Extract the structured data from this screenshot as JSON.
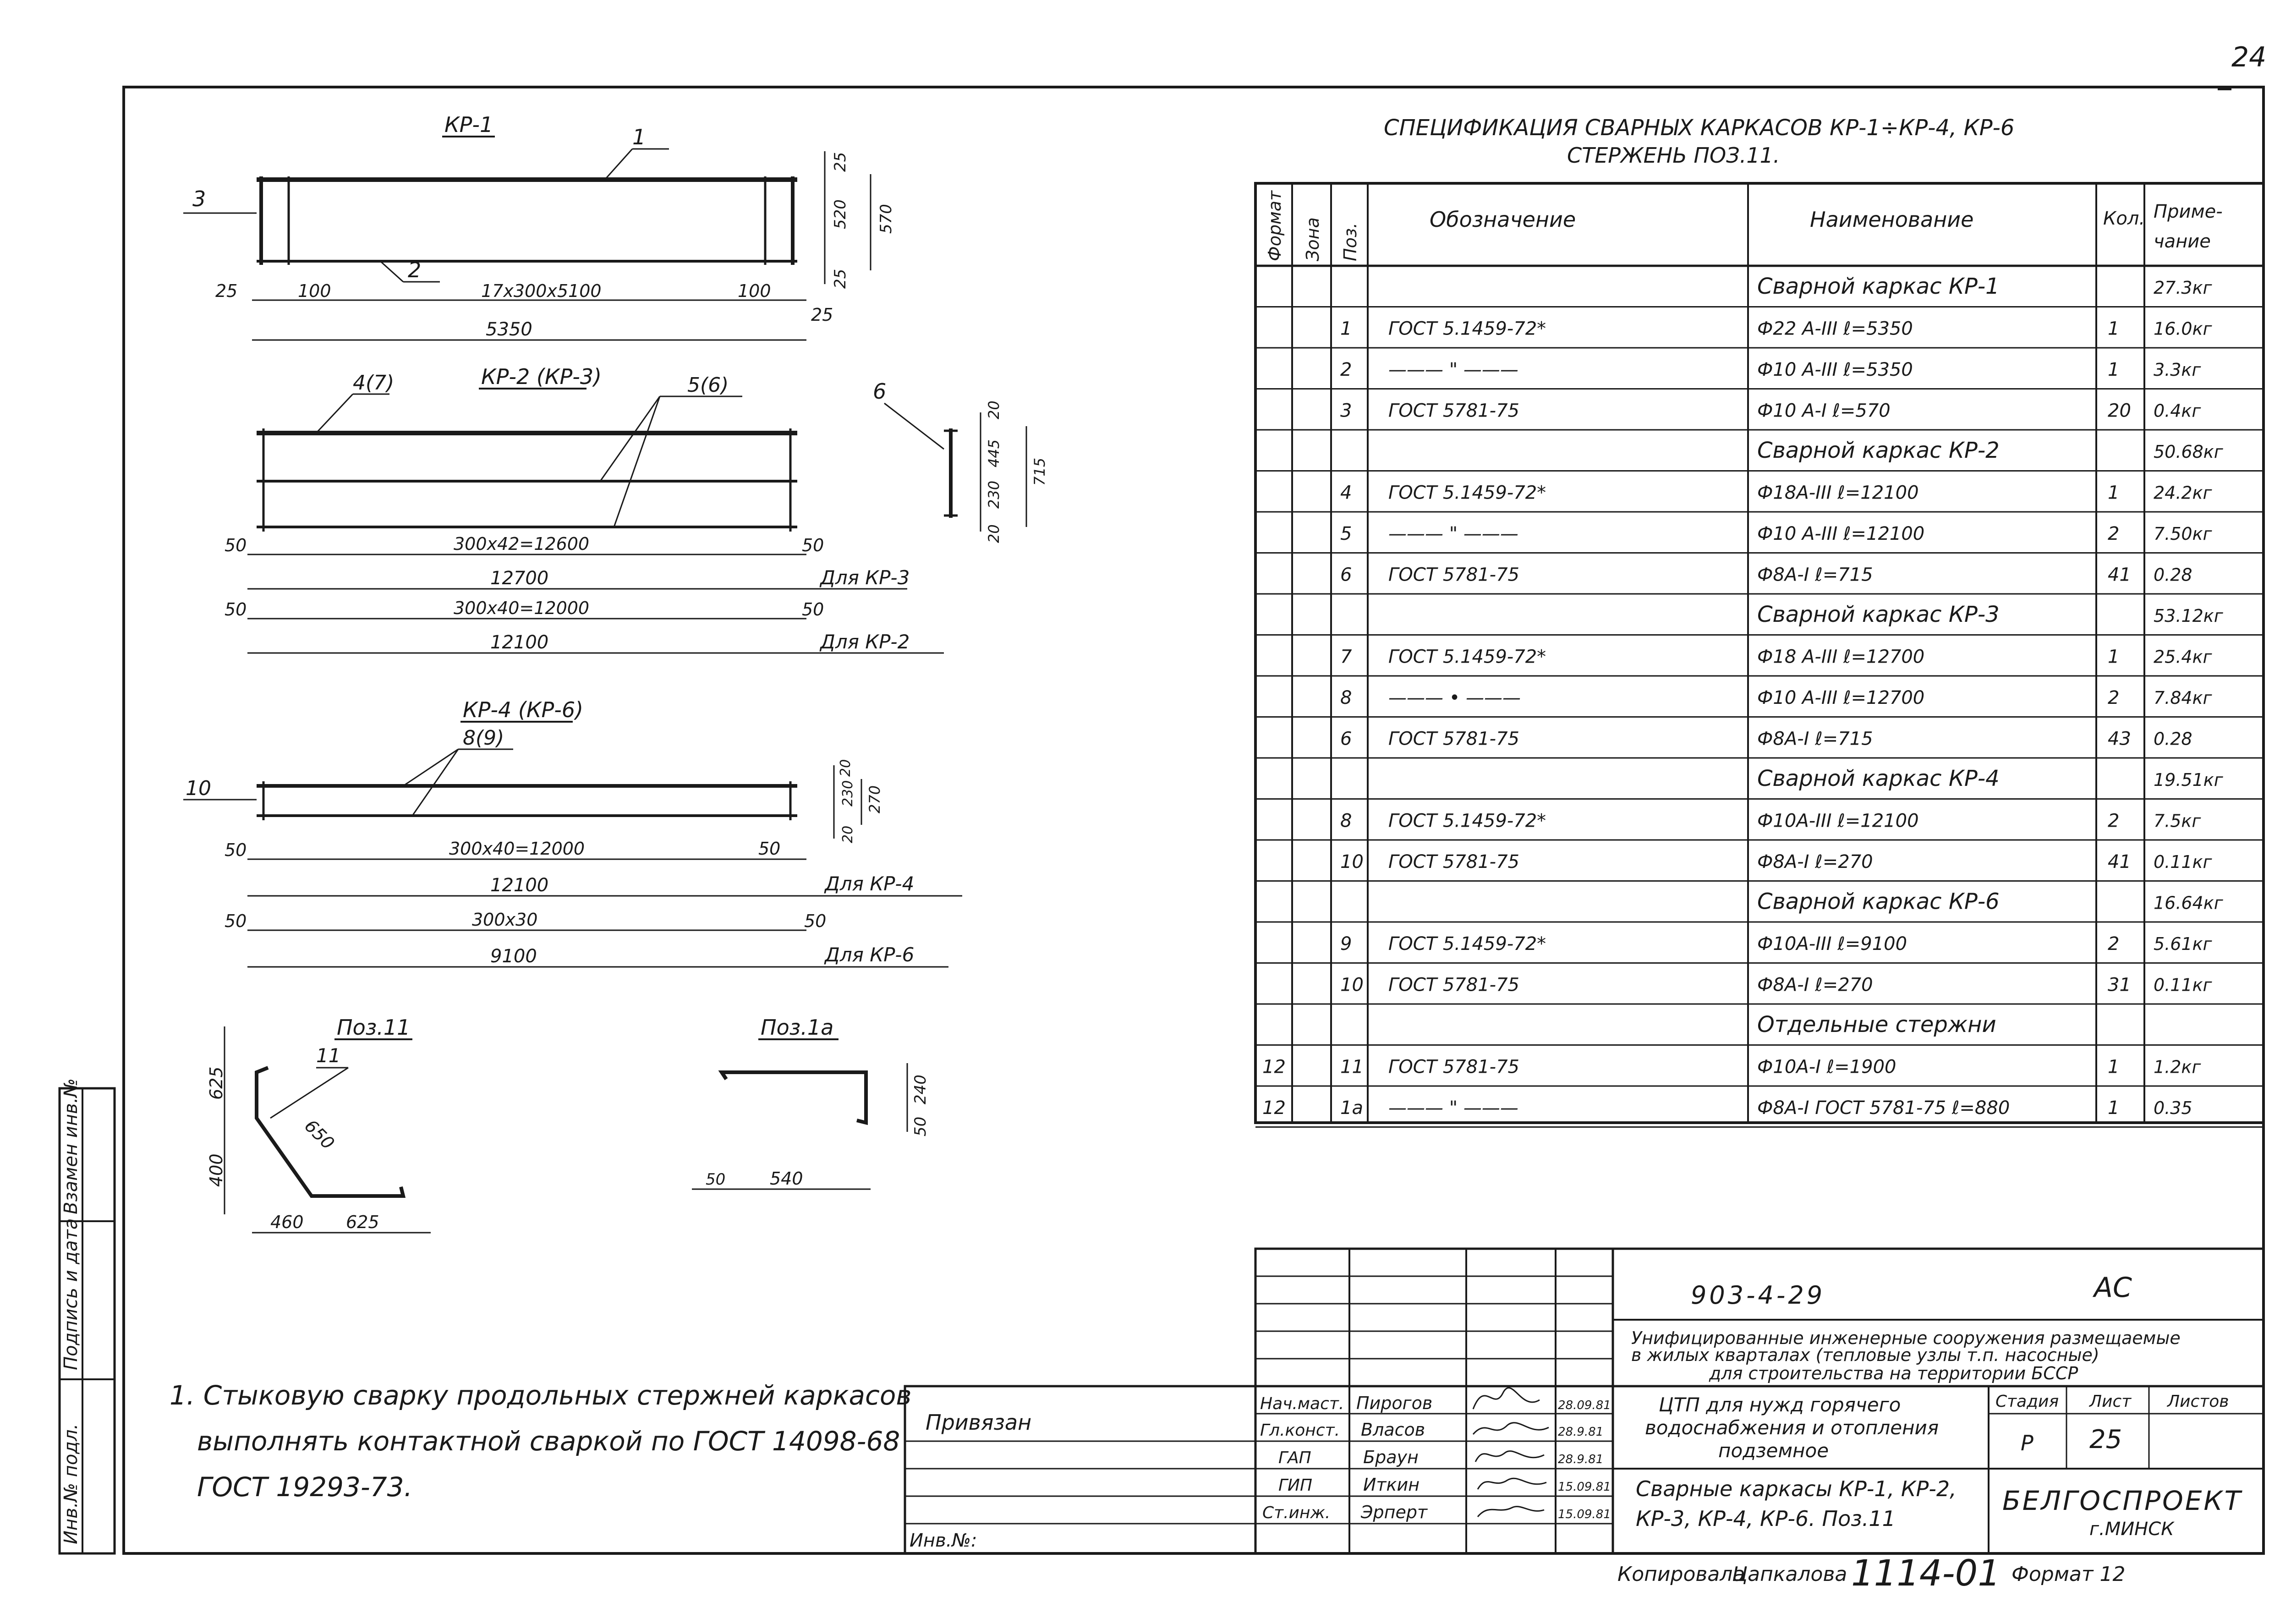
{
  "page_number": "24",
  "sheet_title_1": "СПЕЦИФИКАЦИЯ СВАРНЫХ КАРКАСОВ КР-1÷КР-4, КР-6",
  "sheet_title_2": "СТЕРЖЕНЬ ПОЗ.11.",
  "spec_headers": {
    "format": "Формат",
    "zone": "Зона",
    "pos": "Поз.",
    "designation": "Обозначение",
    "name": "Наименование",
    "qty": "Кол.",
    "note_1": "Приме-",
    "note_2": "чание"
  },
  "spec_rows": [
    {
      "fmt": "",
      "pos": "",
      "des": "",
      "name": "Сварной каркас КР-1",
      "qty": "",
      "note": "27.3кг"
    },
    {
      "fmt": "",
      "pos": "1",
      "des": "ГОСТ 5.1459-72*",
      "name": "Ф22 А-III    ℓ=5350",
      "qty": "1",
      "note": "16.0кг"
    },
    {
      "fmt": "",
      "pos": "2",
      "des": "——— \" ———",
      "name": "Ф10 А-III    ℓ=5350",
      "qty": "1",
      "note": "3.3кг"
    },
    {
      "fmt": "",
      "pos": "3",
      "des": "ГОСТ 5781-75",
      "name": "Ф10 А-I       ℓ=570",
      "qty": "20",
      "note": "0.4кг"
    },
    {
      "fmt": "",
      "pos": "",
      "des": "",
      "name": "Сварной каркас КР-2",
      "qty": "",
      "note": "50.68кг"
    },
    {
      "fmt": "",
      "pos": "4",
      "des": "ГОСТ 5.1459-72*",
      "name": "Ф18А-III     ℓ=12100",
      "qty": "1",
      "note": "24.2кг"
    },
    {
      "fmt": "",
      "pos": "5",
      "des": "——— \" ———",
      "name": "Ф10 А-III    ℓ=12100",
      "qty": "2",
      "note": "7.50кг"
    },
    {
      "fmt": "",
      "pos": "6",
      "des": "ГОСТ 5781-75",
      "name": "Ф8А-I         ℓ=715",
      "qty": "41",
      "note": "0.28"
    },
    {
      "fmt": "",
      "pos": "",
      "des": "",
      "name": "Сварной каркас КР-3",
      "qty": "",
      "note": "53.12кг"
    },
    {
      "fmt": "",
      "pos": "7",
      "des": "ГОСТ 5.1459-72*",
      "name": "Ф18 А-III    ℓ=12700",
      "qty": "1",
      "note": "25.4кг"
    },
    {
      "fmt": "",
      "pos": "8",
      "des": "——— • ———",
      "name": "Ф10 А-III    ℓ=12700",
      "qty": "2",
      "note": "7.84кг"
    },
    {
      "fmt": "",
      "pos": "6",
      "des": "ГОСТ 5781-75",
      "name": "Ф8А-I         ℓ=715",
      "qty": "43",
      "note": "0.28"
    },
    {
      "fmt": "",
      "pos": "",
      "des": "",
      "name": "Сварной каркас КР-4",
      "qty": "",
      "note": "19.51кг"
    },
    {
      "fmt": "",
      "pos": "8",
      "des": "ГОСТ 5.1459-72*",
      "name": "Ф10А-III  ℓ=12100",
      "qty": "2",
      "note": "7.5кг"
    },
    {
      "fmt": "",
      "pos": "10",
      "des": "ГОСТ 5781-75",
      "name": "Ф8А-I        ℓ=270",
      "qty": "41",
      "note": "0.11кг"
    },
    {
      "fmt": "",
      "pos": "",
      "des": "",
      "name": "Сварной каркас КР-6",
      "qty": "",
      "note": "16.64кг"
    },
    {
      "fmt": "",
      "pos": "9",
      "des": "ГОСТ 5.1459-72*",
      "name": "Ф10А-III   ℓ=9100",
      "qty": "2",
      "note": "5.61кг"
    },
    {
      "fmt": "",
      "pos": "10",
      "des": "ГОСТ 5781-75",
      "name": "Ф8А-I    ℓ=270",
      "qty": "31",
      "note": "0.11кг"
    },
    {
      "fmt": "",
      "pos": "",
      "des": "",
      "name": "Отдельные стержни",
      "qty": "",
      "note": ""
    },
    {
      "fmt": "12",
      "pos": "11",
      "des": "ГОСТ 5781-75",
      "name": "Ф10А-I        ℓ=1900",
      "qty": "1",
      "note": "1.2кг"
    },
    {
      "fmt": "12",
      "pos": "1а",
      "des": "——— \" ———",
      "name": "Ф8А-I ГОСТ 5781-75 ℓ=880",
      "qty": "1",
      "note": "0.35"
    }
  ],
  "drawings": {
    "kr1": {
      "title": "КР-1",
      "mark_1": "1",
      "mark_2": "2",
      "mark_3": "3",
      "dim_bottom": [
        "25",
        "100",
        "17x300x5100",
        "100",
        "25"
      ],
      "dim_total": "5350",
      "dim_right": [
        "25",
        "520",
        "25",
        "570"
      ]
    },
    "kr2": {
      "title": "КР-2 (КР-3)",
      "mark_a": "4(7)",
      "mark_b": "5(6)",
      "dims_kr3": [
        "50",
        "300x42=12600",
        "50",
        "12700"
      ],
      "label_kr3": "Для КР-3",
      "dims_kr2": [
        "50",
        "300x40=12000",
        "50",
        "12100"
      ],
      "label_kr2": "Для КР-2"
    },
    "pos6": {
      "mark": "6",
      "dims": [
        "20",
        "445",
        "230",
        "20",
        "715"
      ]
    },
    "kr4": {
      "title": "КР-4 (КР-6)",
      "mark_a": "8(9)",
      "mark_b": "10",
      "dims_right": [
        "20",
        "230",
        "20",
        "270"
      ],
      "dims_kr4": [
        "50",
        "300x40=12000",
        "50",
        "12100"
      ],
      "label_kr4": "Для КР-4",
      "dims_kr6": [
        "50",
        "300x30",
        "50",
        "9100"
      ],
      "label_kr6": "Для КР-6"
    },
    "pos11": {
      "title": "Поз.11",
      "mark": "11",
      "dims": [
        "625",
        "650",
        "400",
        "460",
        "625"
      ]
    },
    "pos1a": {
      "title": "Поз.1а",
      "dims": [
        "240",
        "50",
        "50",
        "540"
      ]
    }
  },
  "note": {
    "line_1": "1. Стыковую сварку продольных стержней каркасов",
    "line_2": "выполнять контактной сваркой по ГОСТ 14098-68",
    "line_3": "ГОСТ 19293-73."
  },
  "side_stamp": [
    "Взамен инв.№",
    "Подпись и дата",
    "Инв.№ подл."
  ],
  "title_block": {
    "doc_code": "903-4-29",
    "mark": "АС",
    "descr_1": "Унифицированные инженерные сооружения размещаемые",
    "descr_2": "в жилых кварталах (тепловые узлы т.п. насосные)",
    "descr_3": "для строительства на территории БССР",
    "obj_1": "ЦТП для нужд горячего",
    "obj_2": "водоснабжения и отопления",
    "obj_3": "подземное",
    "sheet_descr_1": "Сварные каркасы КР-1, КР-2,",
    "sheet_descr_2": "КР-3, КР-4, КР-6. Поз.11",
    "stage_h": "Стадия",
    "sheet_h": "Лист",
    "sheets_h": "Листов",
    "stage": "Р",
    "sheet": "25",
    "org_1": "БЕЛГОСПРОЕКТ",
    "org_2": "г.МИНСК",
    "privyazan": "Привязан",
    "inv": "Инв.№:",
    "roles": [
      "Нач.маст.",
      "Гл.конст.",
      "ГАП",
      "ГИП",
      "Ст.инж."
    ],
    "names": [
      "Пирогов",
      "Власов",
      "Браун",
      "Иткин",
      "Эрперт"
    ],
    "dates": [
      "28.09.81",
      "28.9.81",
      "28.9.81",
      "15.09.81",
      "15.09.81"
    ]
  },
  "footer": {
    "copied": "Копировала",
    "copier": "Цапкалова",
    "number": "1114-01",
    "format": "Формат 12"
  }
}
